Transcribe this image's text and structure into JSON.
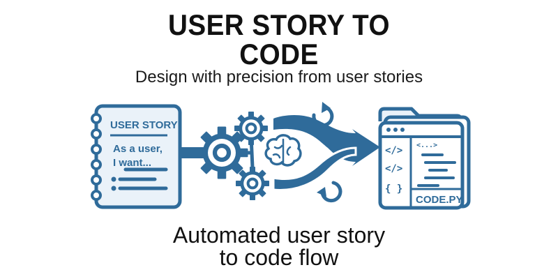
{
  "header": {
    "title_line1": "USER STORY TO",
    "title_line2": "CODE",
    "subtitle": "Design with precision from user stories"
  },
  "notebook": {
    "heading": "USER STORY",
    "body_line1": "As a user,",
    "body_line2": "I want..."
  },
  "code_window": {
    "tag1": "</>",
    "tag2": "</>",
    "tag3": "{ }",
    "snippet": "<...>",
    "filename": "CODE.PY"
  },
  "footer": {
    "caption_line1": "Automated user story",
    "caption_line2": "to code flow"
  },
  "colors": {
    "primary": "#2f6b9a",
    "fill_light": "#eaf2f9",
    "text": "#111111"
  },
  "icons": [
    "notebook-icon",
    "gear-icon",
    "brain-icon",
    "refresh-icon",
    "arrow-right-icon",
    "folder-icon",
    "code-window-icon"
  ]
}
